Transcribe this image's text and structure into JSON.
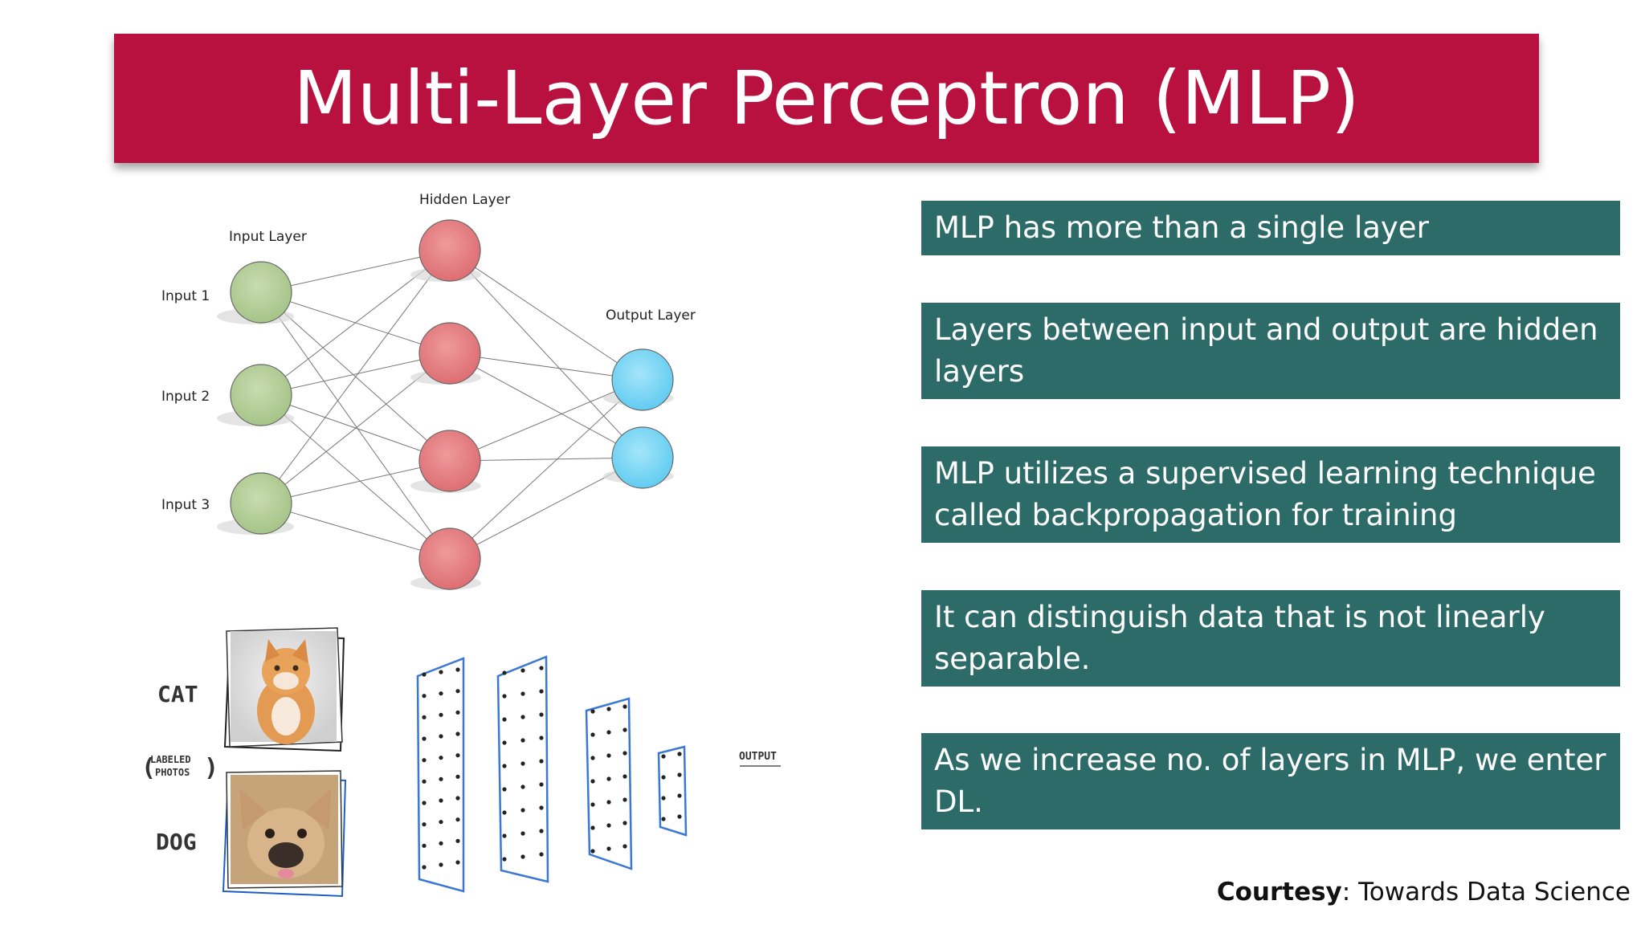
{
  "title": "Multi-Layer Perceptron (MLP)",
  "points": [
    "MLP has more than a single layer",
    "Layers between input and output are hidden layers",
    "MLP utilizes a supervised learning technique called backpropagation for training",
    "It can distinguish data that is not linearly separable.",
    "As we increase no. of layers in MLP, we enter DL."
  ],
  "network": {
    "input_layer_label": "Input Layer",
    "hidden_layer_label": "Hidden Layer",
    "output_layer_label": "Output Layer",
    "inputs": [
      "Input 1",
      "Input 2",
      "Input 3"
    ],
    "colors": {
      "input": "#b5cf98",
      "hidden": "#e47d80",
      "output": "#7fd6f5"
    }
  },
  "sketch": {
    "cat_label": "CAT",
    "labeled_line1": "LABELED",
    "labeled_line2": "PHOTOS",
    "dog_label": "DOG",
    "output_label": "OUTPUT"
  },
  "courtesy": {
    "label": "Courtesy",
    "source": ": Towards Data Science"
  }
}
